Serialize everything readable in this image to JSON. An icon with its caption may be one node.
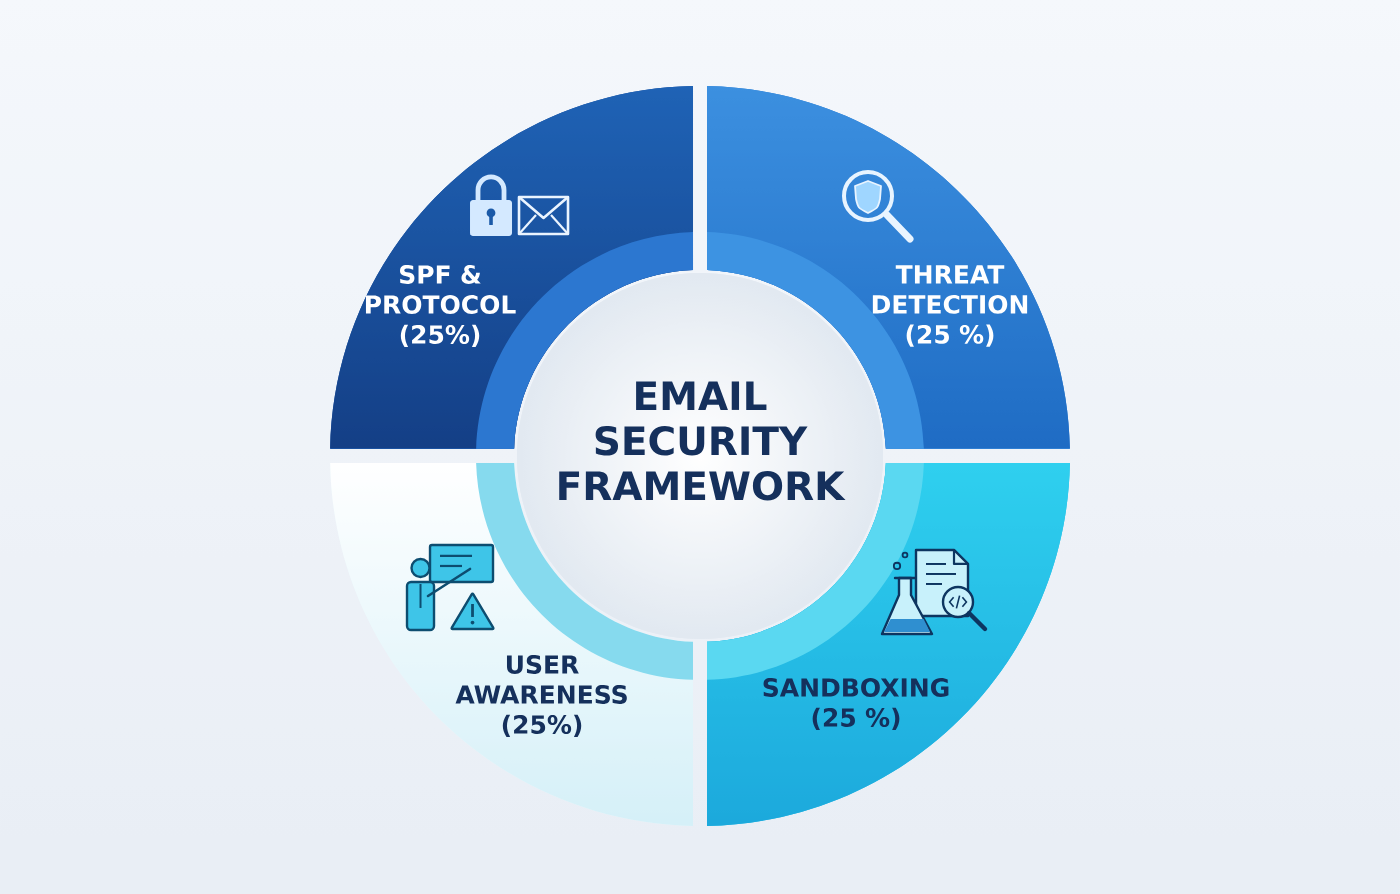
{
  "diagram": {
    "nodes": [
      {
        "text": [
          "SPF & PROTOCOL (25%)"
        ]
      },
      {
        "text": [
          "THREAT DETECTION (25 %)"
        ]
      },
      {
        "text": [
          "EMAIL SECURITY FRAMEWORK"
        ]
      },
      {
        "text": [
          "USER AWARENESS (25%)"
        ]
      },
      {
        "text": [
          "SANDBOXING (25 %)"
        ]
      }
    ]
  }
}
